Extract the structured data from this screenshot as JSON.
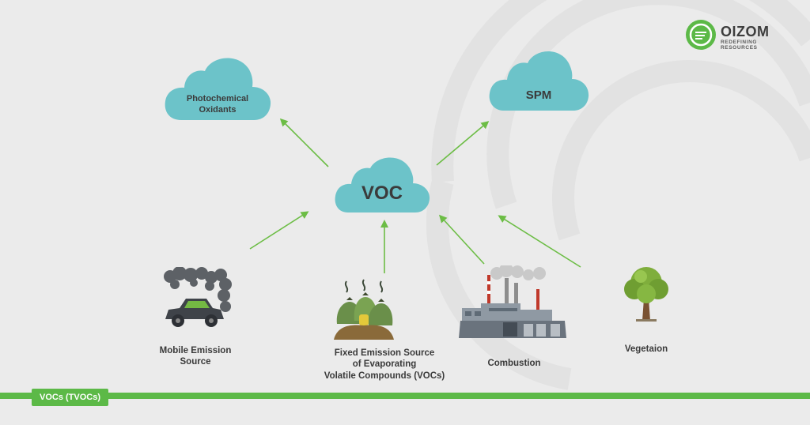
{
  "logo": {
    "name": "OIZOM",
    "tagline": "REDEFINING RESOURCES"
  },
  "clouds": {
    "photochemical": "Photochemical\nOxidants",
    "spm": "SPM",
    "voc": "VOC"
  },
  "sources": {
    "mobile": "Mobile Emission\nSource",
    "fixed": "Fixed Emission Source\nof Evaporating\nVolatile Compounds (VOCs)",
    "combustion": "Combustion",
    "vegetation": "Vegetaion"
  },
  "footer": {
    "badge": "VOCs (TVOCs)"
  },
  "colors": {
    "cloud": "#6cc3c9",
    "arrow": "#6cbd45",
    "bar": "#5cb947",
    "background": "#ebebeb"
  }
}
